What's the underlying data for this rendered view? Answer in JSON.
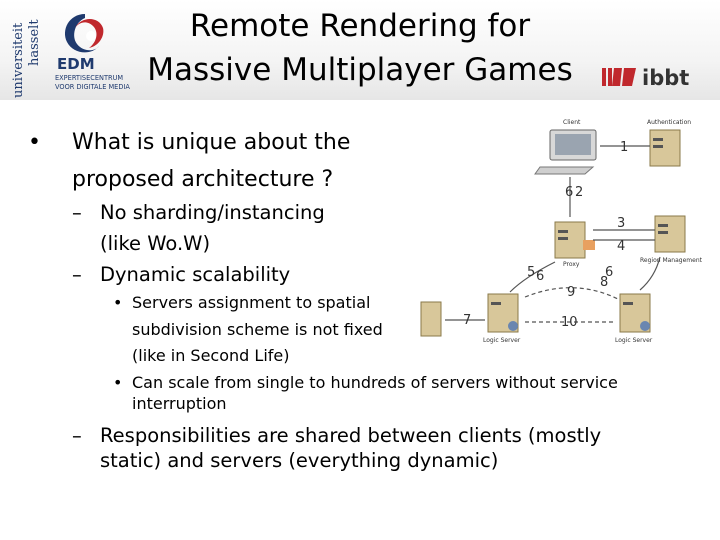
{
  "header": {
    "title_line1": "Remote Rendering for",
    "title_line2": "Massive Multiplayer Games",
    "uni_logo_text": [
      "universiteit",
      "hasselt"
    ],
    "edm_logo": {
      "acronym": "EDM",
      "line1": "EXPERTISECENTRUM",
      "line2": "VOOR DIGITALE MEDIA"
    },
    "ibbt_logo": "ibbt"
  },
  "content": {
    "bullet1": [
      "What is unique about the",
      "proposed architecture ?"
    ],
    "sub1": [
      "No sharding/instancing",
      "(like Wo.W)"
    ],
    "sub2": "Dynamic scalability",
    "subsub1": [
      "Servers assignment to spatial",
      "subdivision scheme is not fixed",
      "(like in Second Life)"
    ],
    "subsub2": [
      "Can scale from single to hundreds of servers without service",
      "interruption"
    ],
    "sub3": [
      "Responsibilities are shared between clients (mostly",
      "static) and servers (everything dynamic)"
    ]
  },
  "diagram": {
    "labels": {
      "client": "Client",
      "authentication": "Authentication",
      "proxy": "Proxy",
      "region_management": "Region Management",
      "logic_server_left": "Logic Server",
      "logic_server_right": "Logic Server"
    },
    "numbers": [
      "1",
      "6",
      "2",
      "3",
      "4",
      "5",
      "6",
      "6",
      "8",
      "9",
      "7",
      "10"
    ]
  }
}
